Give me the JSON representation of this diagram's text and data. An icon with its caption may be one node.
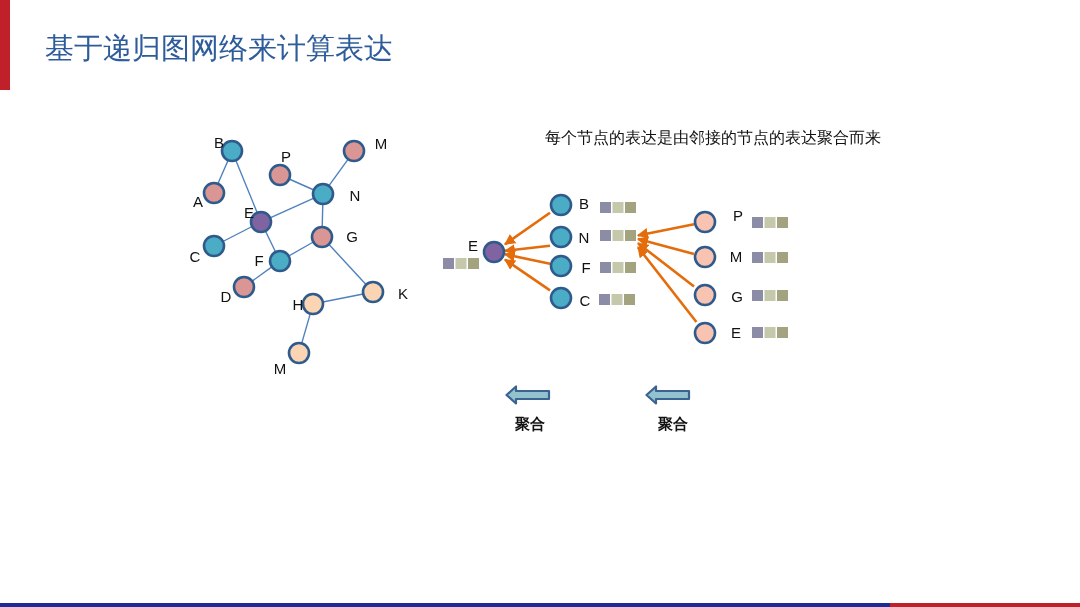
{
  "diagram": {
    "title": "基于递归图网络来计算表达",
    "nodes": [
      {
        "text": [],
        "shape": "circle",
        "beside": [
          "B"
        ]
      },
      {
        "text": [],
        "shape": "circle",
        "beside": [
          "A"
        ]
      },
      {
        "text": [],
        "shape": "circle",
        "beside": [
          "P"
        ]
      },
      {
        "text": [],
        "shape": "circle",
        "beside": [
          "M"
        ]
      },
      {
        "text": [],
        "shape": "circle",
        "beside": [
          "N"
        ]
      },
      {
        "text": [],
        "shape": "circle",
        "beside": [
          "E"
        ]
      },
      {
        "text": [],
        "shape": "circle",
        "beside": [
          "C"
        ]
      },
      {
        "text": [],
        "shape": "circle",
        "beside": [
          "G"
        ]
      },
      {
        "text": [],
        "shape": "circle",
        "beside": [
          "F"
        ]
      },
      {
        "text": [],
        "shape": "circle",
        "beside": [
          "D"
        ]
      },
      {
        "text": [],
        "shape": "circle",
        "beside": [
          "K"
        ]
      },
      {
        "text": [],
        "shape": "circle",
        "beside": [
          "H"
        ]
      },
      {
        "text": [],
        "shape": "circle",
        "beside": [
          "M"
        ]
      },
      {
        "text": [
          "E"
        ]
      },
      {
        "text": [
          "B"
        ]
      },
      {
        "text": [
          "N"
        ]
      },
      {
        "text": [
          "F"
        ]
      },
      {
        "text": [
          "C"
        ]
      },
      {
        "text": [
          "P"
        ]
      },
      {
        "text": [
          "M"
        ]
      },
      {
        "text": [
          "G"
        ]
      },
      {
        "text": [
          "E"
        ]
      }
    ],
    "edges": [
      {
        "from": 0,
        "to": 1,
        "arrow": "none"
      },
      {
        "from": 0,
        "to": 5,
        "arrow": "none"
      },
      {
        "from": 2,
        "to": 4,
        "arrow": "none"
      },
      {
        "from": 3,
        "to": 4,
        "arrow": "none"
      },
      {
        "from": 4,
        "to": 5,
        "arrow": "none"
      },
      {
        "from": 4,
        "to": 7,
        "arrow": "none"
      },
      {
        "from": 5,
        "to": 6,
        "arrow": "none"
      },
      {
        "from": 5,
        "to": 8,
        "arrow": "none"
      },
      {
        "from": 8,
        "to": 7,
        "arrow": "none"
      },
      {
        "from": 8,
        "to": 9,
        "arrow": "none"
      },
      {
        "from": 7,
        "to": 10,
        "arrow": "none"
      },
      {
        "from": 10,
        "to": 11,
        "arrow": "none"
      },
      {
        "from": 11,
        "to": 12,
        "arrow": "none"
      },
      {
        "from": 14,
        "to": 13,
        "arrow": "to",
        "color": "#e46c0a"
      },
      {
        "from": 15,
        "to": 13,
        "arrow": "to",
        "color": "#e46c0a"
      },
      {
        "from": 16,
        "to": 13,
        "arrow": "to",
        "color": "#e46c0a"
      },
      {
        "from": 17,
        "to": 13,
        "arrow": "to",
        "color": "#e46c0a"
      },
      {
        "from": 18,
        "to": 15,
        "arrow": "to",
        "color": "#e46c0a"
      },
      {
        "from": 19,
        "to": 15,
        "arrow": "to",
        "color": "#e46c0a"
      },
      {
        "from": 20,
        "to": 15,
        "arrow": "to",
        "color": "#e46c0a"
      },
      {
        "from": 21,
        "to": 15,
        "arrow": "to",
        "color": "#e46c0a"
      }
    ],
    "labels": [
      "每个节点的表达是由邻接的节点的表达聚合而来",
      "聚合",
      "聚合"
    ]
  }
}
